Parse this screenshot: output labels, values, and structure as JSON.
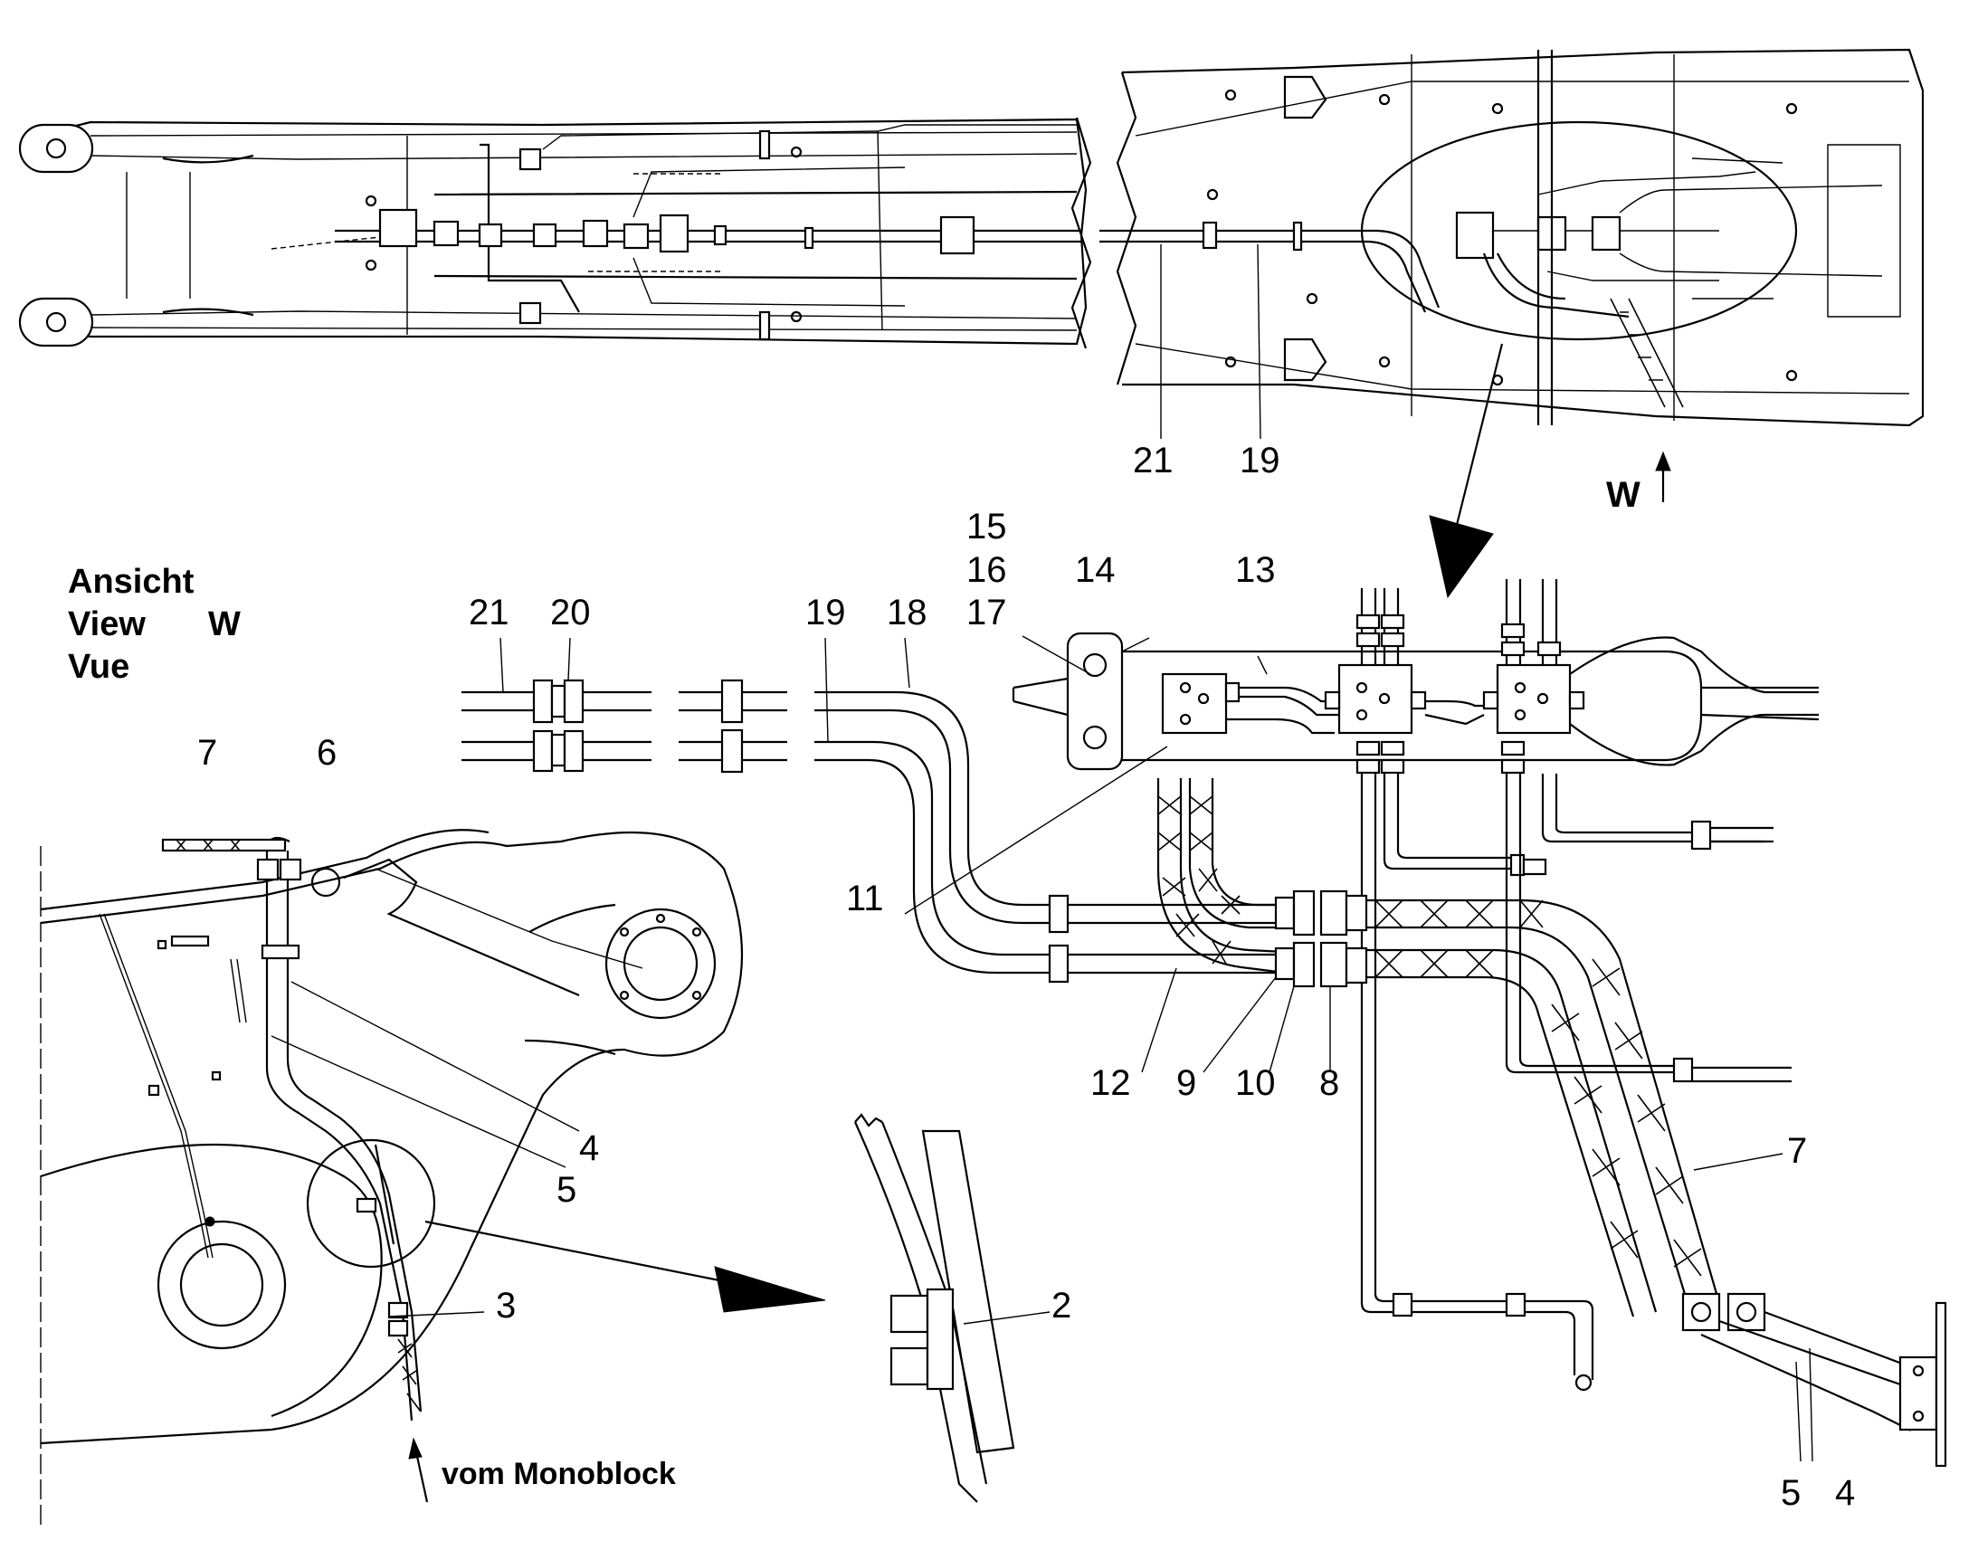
{
  "view_label": {
    "line1": "Ansicht",
    "line2": "View",
    "line3": "Vue",
    "letter": "W"
  },
  "view_marker": "W",
  "note_from_monoblock": "vom Monoblock",
  "callouts": {
    "c2": "2",
    "c3": "3",
    "c4a": "4",
    "c4b": "4",
    "c5a": "5",
    "c5b": "5",
    "c6": "6",
    "c7a": "7",
    "c7b": "7",
    "c8": "8",
    "c9": "9",
    "c10": "10",
    "c11": "11",
    "c12": "12",
    "c13": "13",
    "c14": "14",
    "c15": "15",
    "c16": "16",
    "c17": "17",
    "c18": "18",
    "c19a": "19",
    "c19b": "19",
    "c20": "20",
    "c21a": "21",
    "c21b": "21"
  },
  "icons": {
    "view_arrow": "arrow-up-icon",
    "detail_pointer": "arrowhead-icon"
  }
}
